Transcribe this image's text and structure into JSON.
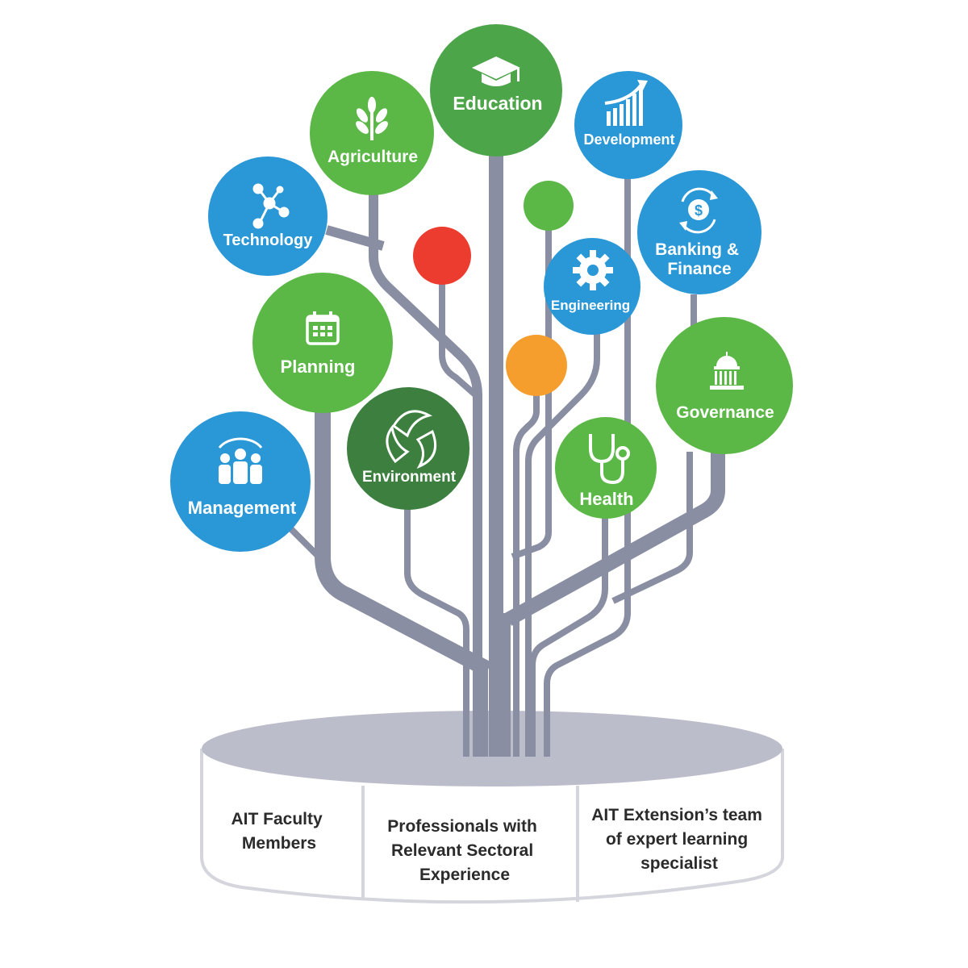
{
  "colors": {
    "branch": "#8a8ea3",
    "base_top": "#bcbdca",
    "base_edge": "#d4d5dd",
    "blue": "#2a97d6",
    "green": "#5bb847",
    "dark_green": "#3c7f3f",
    "accent_red": "#ec3c2f",
    "accent_orange": "#f59e2d",
    "accent_green": "#5bb847"
  },
  "nodes": [
    {
      "id": "education",
      "label": "Education",
      "color": "green",
      "icon": "graduation-cap-icon"
    },
    {
      "id": "agriculture",
      "label": "Agriculture",
      "color": "green",
      "icon": "sprout-icon"
    },
    {
      "id": "development",
      "label": "Development",
      "color": "blue",
      "icon": "growth-chart-icon"
    },
    {
      "id": "technology",
      "label": "Technology",
      "color": "blue",
      "icon": "network-nodes-icon"
    },
    {
      "id": "banking",
      "label_lines": [
        "Banking &",
        "Finance"
      ],
      "color": "blue",
      "icon": "dollar-cycle-icon"
    },
    {
      "id": "engineering",
      "label": "Engineering",
      "color": "blue",
      "icon": "gear-icon"
    },
    {
      "id": "planning",
      "label": "Planning",
      "color": "green",
      "icon": "calendar-icon"
    },
    {
      "id": "governance",
      "label": "Governance",
      "color": "green",
      "icon": "capitol-building-icon"
    },
    {
      "id": "environment",
      "label": "Environment",
      "color": "dark_green",
      "icon": "recycle-leaves-icon"
    },
    {
      "id": "health",
      "label": "Health",
      "color": "green",
      "icon": "stethoscope-icon"
    },
    {
      "id": "management",
      "label": "Management",
      "color": "blue",
      "icon": "team-people-icon"
    }
  ],
  "base": {
    "sections": [
      {
        "lines": [
          "AIT Faculty",
          "Members"
        ]
      },
      {
        "lines": [
          "Professionals with",
          "Relevant Sectoral",
          "Experience"
        ]
      },
      {
        "lines": [
          "AIT Extension’s team",
          "of expert learning",
          "specialist"
        ]
      }
    ]
  }
}
